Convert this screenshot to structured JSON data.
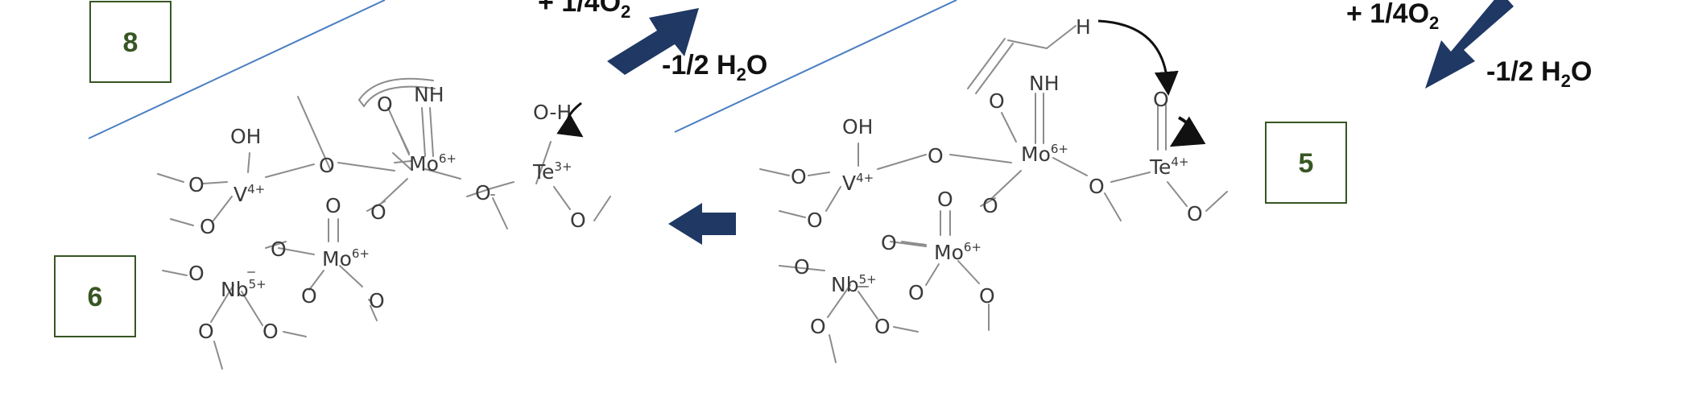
{
  "colors": {
    "arrow": "#1f3864",
    "label_border": "#375623",
    "label_text": "#375623",
    "divider": "#4a7ec2",
    "bond": "#8c8c8c",
    "atom_text": "#3a3a3a"
  },
  "labels": {
    "box8": "8",
    "box6": "6",
    "box5": "5"
  },
  "reaction": {
    "o2_left": {
      "prefix": "+ 1/4O",
      "sub": "2"
    },
    "o2_right": {
      "prefix": "+ 1/4O",
      "sub": "2"
    },
    "h2o_left": {
      "prefix": "-1/2 H",
      "sub": "2",
      "suffix": "O"
    },
    "h2o_right": {
      "prefix": "-1/2 H",
      "sub": "2",
      "suffix": "O"
    }
  },
  "atoms": {
    "O": "O",
    "OH": "OH",
    "NH": "NH",
    "H": "H",
    "O_H_left": "O-H",
    "V": "V",
    "V_ox": "4+",
    "Mo": "Mo",
    "Mo_ox": "6+",
    "Nb": "Nb",
    "Nb_ox": "5+",
    "Te": "Te",
    "Te3_ox": "3+",
    "Te4_ox": "4+"
  }
}
